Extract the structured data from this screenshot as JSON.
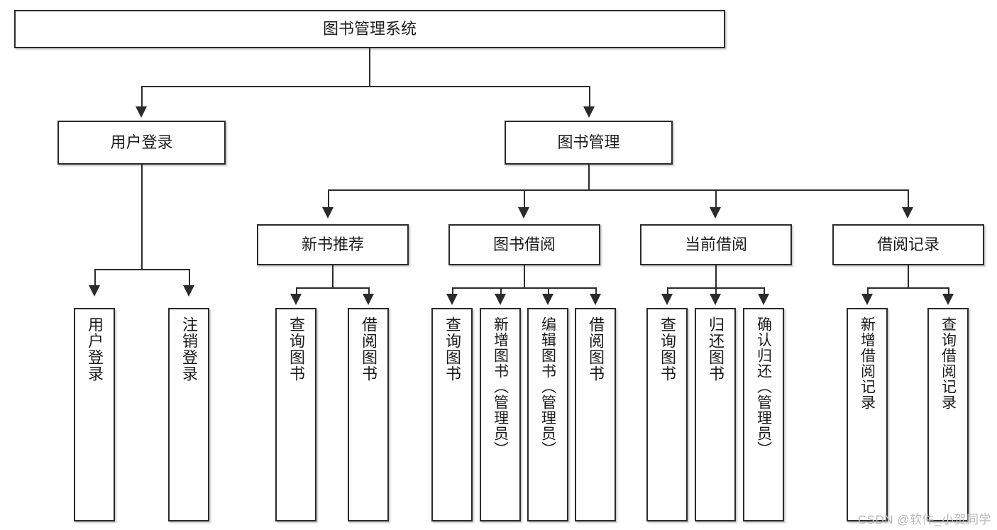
{
  "diagram": {
    "type": "tree",
    "title": "图书管理系统",
    "watermark": "CSDN @软件_小贺同学",
    "colors": {
      "stroke": "#2b2b2b",
      "fill": "#ffffff",
      "text": "#1b1b1b",
      "watermark": "#b9b9b9"
    },
    "nodes": {
      "root": {
        "label": "图书管理系统"
      },
      "level2": [
        {
          "id": "user-login",
          "label": "用户登录"
        },
        {
          "id": "book-management",
          "label": "图书管理"
        }
      ],
      "level3": [
        {
          "id": "new-book-recommend",
          "label": "新书推荐"
        },
        {
          "id": "book-borrow",
          "label": "图书借阅"
        },
        {
          "id": "current-borrow",
          "label": "当前借阅"
        },
        {
          "id": "borrow-record",
          "label": "借阅记录"
        }
      ],
      "leaves": {
        "user_login": [
          {
            "id": "leaf-user-login",
            "label": "用户登录"
          },
          {
            "id": "leaf-logout-login",
            "label": "注销登录"
          }
        ],
        "new_book_recommend": [
          {
            "id": "leaf-query-book-1",
            "label": "查询图书"
          },
          {
            "id": "leaf-borrow-book-1",
            "label": "借阅图书"
          }
        ],
        "book_borrow": [
          {
            "id": "leaf-query-book-2",
            "label": "查询图书"
          },
          {
            "id": "leaf-add-book",
            "label": "新增图书（管理员）"
          },
          {
            "id": "leaf-edit-book",
            "label": "编辑图书（管理员）"
          },
          {
            "id": "leaf-borrow-book-2",
            "label": "借阅图书"
          }
        ],
        "current_borrow": [
          {
            "id": "leaf-query-book-3",
            "label": "查询图书"
          },
          {
            "id": "leaf-return-book",
            "label": "归还图书"
          },
          {
            "id": "leaf-confirm-return",
            "label": "确认归还（管理员）"
          }
        ],
        "borrow_record": [
          {
            "id": "leaf-add-record",
            "label": "新增借阅记录"
          },
          {
            "id": "leaf-query-record",
            "label": "查询借阅记录"
          }
        ]
      }
    }
  }
}
